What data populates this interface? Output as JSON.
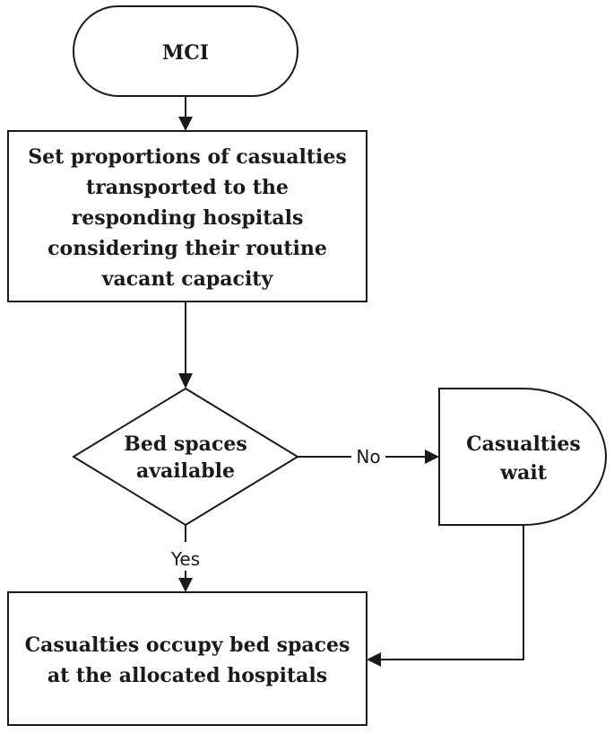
{
  "nodes": {
    "start": {
      "label": "MCI"
    },
    "set_proportions": {
      "lines": [
        "Set proportions of casualties",
        "transported to the",
        "responding hospitals",
        "considering their routine",
        "vacant capacity"
      ]
    },
    "decision": {
      "lines": [
        "Bed spaces",
        "available"
      ]
    },
    "wait": {
      "lines": [
        "Casualties",
        "wait"
      ]
    },
    "occupy": {
      "lines": [
        "Casualties occupy bed spaces",
        "at the allocated hospitals"
      ]
    }
  },
  "edges": {
    "no_label": "No",
    "yes_label": "Yes"
  }
}
